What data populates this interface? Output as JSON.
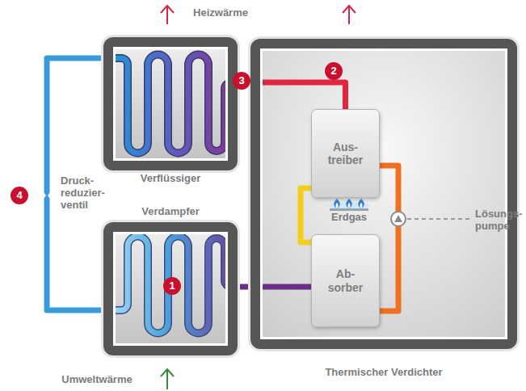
{
  "diagram": {
    "nodes": [
      {
        "text": [
          "Verflüssiger"
        ]
      },
      {
        "text": [
          "Thermischer Verdichter"
        ]
      },
      {
        "text": [
          "Aus- treiber"
        ],
        "in": 1
      },
      {
        "text": [
          "Verdampfer"
        ]
      },
      {
        "text": [
          "Ab- sorber"
        ],
        "in": 1
      }
    ],
    "edges": [
      {
        "from": 2,
        "to": 0,
        "arrow": "none"
      },
      {
        "from": 0,
        "to": 3,
        "arrow": "none"
      },
      {
        "from": 3,
        "to": 4,
        "arrow": "none"
      },
      {
        "from": 2,
        "to": 4,
        "arrow": "none"
      },
      {
        "from": 4,
        "to": 2,
        "arrow": "none"
      }
    ],
    "labels": [
      "Heizwärme",
      "Umweltwärme",
      "Erdgas",
      "Druck- reduzier- ventil",
      "Lösungs- pumpe",
      "1",
      "2",
      "3",
      "4"
    ]
  }
}
